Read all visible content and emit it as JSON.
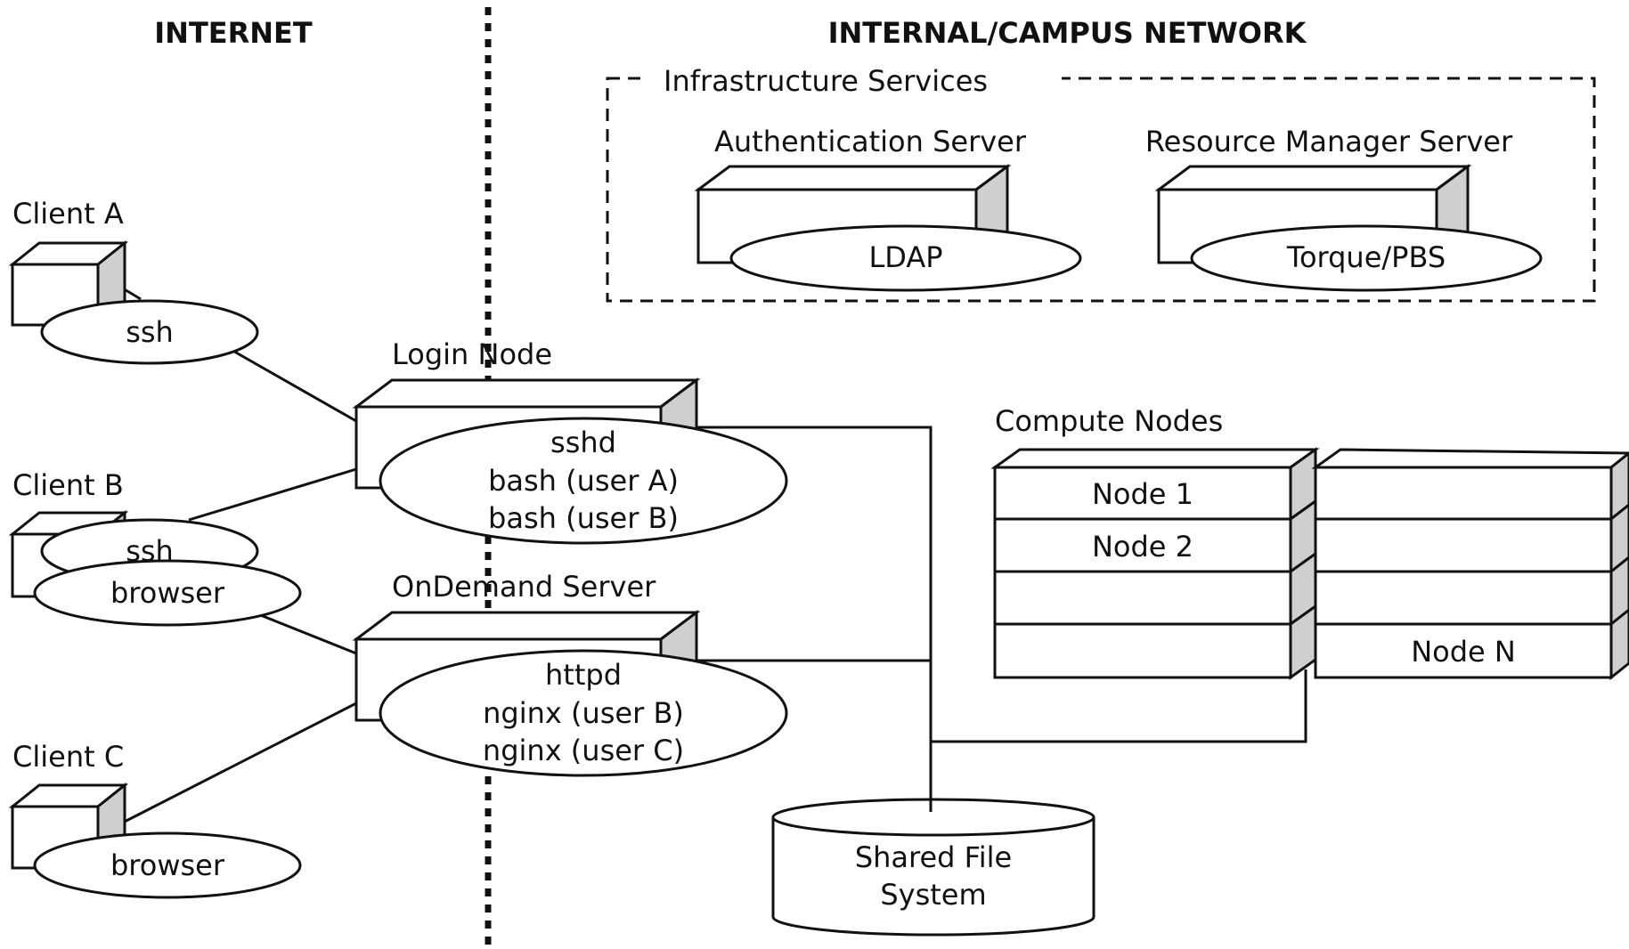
{
  "zones": {
    "internet_title": "INTERNET",
    "internal_title": "INTERNAL/CAMPUS NETWORK"
  },
  "infrastructure": {
    "group_title": "Infrastructure Services",
    "auth_server": {
      "title": "Authentication Server",
      "service": "LDAP"
    },
    "resource_manager": {
      "title": "Resource Manager Server",
      "service": "Torque/PBS"
    }
  },
  "clients": {
    "a": {
      "title": "Client A",
      "apps": [
        "ssh"
      ]
    },
    "b": {
      "title": "Client B",
      "apps": [
        "ssh",
        "browser"
      ]
    },
    "c": {
      "title": "Client C",
      "apps": [
        "browser"
      ]
    }
  },
  "login_node": {
    "title": "Login Node",
    "processes": [
      "sshd",
      "bash (user A)",
      "bash (user B)"
    ]
  },
  "ondemand_server": {
    "title": "OnDemand Server",
    "processes": [
      "httpd",
      "nginx (user B)",
      "nginx (user C)"
    ]
  },
  "compute": {
    "title": "Compute Nodes",
    "left_column": [
      "Node 1",
      "Node 2",
      "",
      ""
    ],
    "right_column": [
      "",
      "",
      "",
      "Node N"
    ]
  },
  "storage": {
    "lines": [
      "Shared File",
      "System"
    ]
  },
  "colors": {
    "line": "#111111",
    "fill": "#ffffff",
    "shade": "#cfcfcf"
  }
}
